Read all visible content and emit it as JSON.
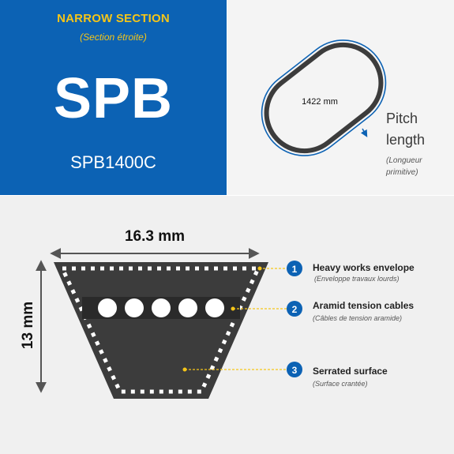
{
  "section": {
    "title": "NARROW SECTION",
    "subtitle": "(Section étroite)"
  },
  "belt": {
    "series": "SPB",
    "model": "SPB1400C"
  },
  "loop": {
    "length_label": "1422 mm",
    "pitch_label_line1": "Pitch",
    "pitch_label_line2": "length",
    "pitch_sub_line1": "(Longueur",
    "pitch_sub_line2": "primitive)"
  },
  "cross_section": {
    "width_label": "16.3 mm",
    "height_label": "13 mm",
    "cable_count": 5
  },
  "callouts": [
    {
      "num": "1",
      "title": "Heavy works envelope",
      "sub": "(Enveloppe travaux lourds)"
    },
    {
      "num": "2",
      "title": "Aramid tension cables",
      "sub": "(Câbles de tension aramide)"
    },
    {
      "num": "3",
      "title": "Serrated surface",
      "sub": "(Surface crantée)"
    }
  ],
  "colors": {
    "blue": "#0c62b4",
    "yellow": "#f5c518",
    "belt": "#3c3c3c",
    "arrow": "#555555"
  }
}
